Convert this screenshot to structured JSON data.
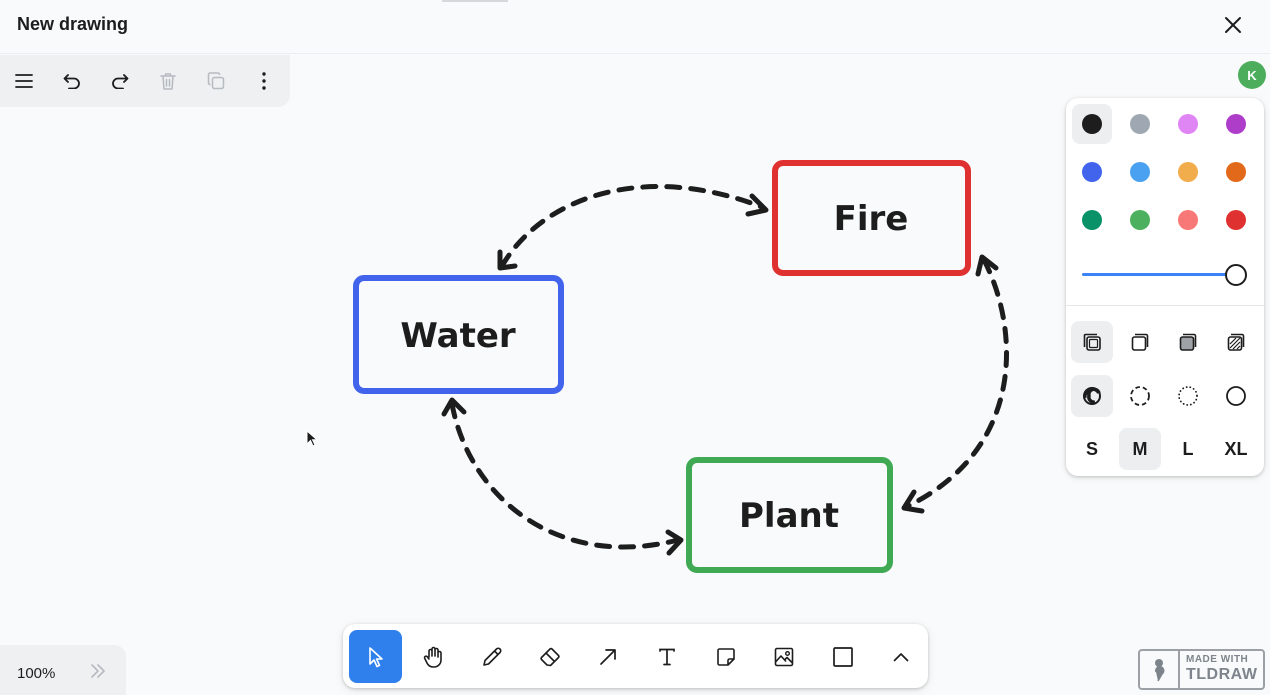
{
  "window": {
    "title": "New drawing"
  },
  "avatar": {
    "initial": "K",
    "color": "#4cae5c"
  },
  "menu": {
    "items": [
      "main-menu",
      "undo",
      "redo",
      "delete",
      "duplicate",
      "more"
    ]
  },
  "canvas": {
    "shapes": [
      {
        "label": "Water",
        "color": "#4263eb"
      },
      {
        "label": "Fire",
        "color": "#e03131"
      },
      {
        "label": "Plant",
        "color": "#40a954"
      }
    ],
    "arrow_style": "dashed"
  },
  "style_panel": {
    "colors": [
      "#1d1d1d",
      "#9fa8b2",
      "#e085f4",
      "#ae3ec9",
      "#4263eb",
      "#4ba1f1",
      "#f1ac4b",
      "#e16919",
      "#099268",
      "#4cb05e",
      "#f87777",
      "#e03131"
    ],
    "selected_color": "#1d1d1d",
    "opacity_percent": 100,
    "fill_styles": [
      "none",
      "semi",
      "solid",
      "pattern"
    ],
    "dash_styles": [
      "draw",
      "dashed",
      "dotted",
      "solid"
    ],
    "sizes": [
      "S",
      "M",
      "L",
      "XL"
    ],
    "selected_size": "M"
  },
  "toolbar": {
    "tools": [
      "select",
      "hand",
      "draw",
      "eraser",
      "arrow",
      "text",
      "note",
      "asset",
      "rectangle",
      "more"
    ],
    "active_tool": "select"
  },
  "zoom": {
    "level": "100%"
  },
  "watermark": {
    "line1": "MADE WITH",
    "line2": "TLDRAW"
  }
}
